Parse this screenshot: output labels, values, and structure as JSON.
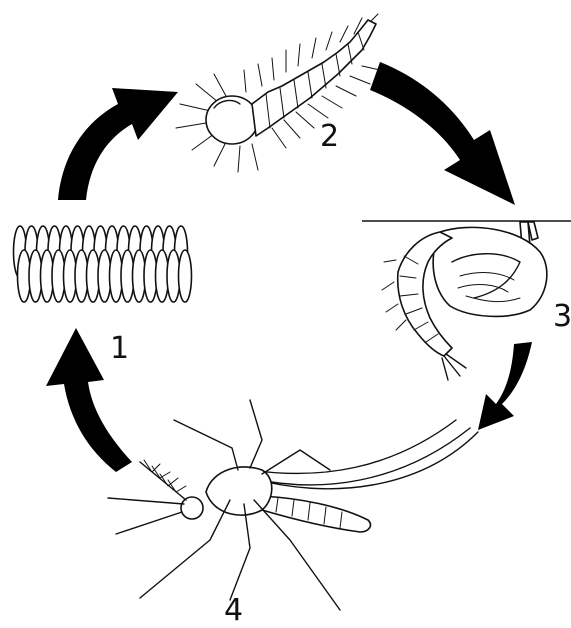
{
  "diagram": {
    "stages": [
      {
        "id": "egg-raft",
        "label": "1"
      },
      {
        "id": "larva",
        "label": "2"
      },
      {
        "id": "pupa",
        "label": "3"
      },
      {
        "id": "adult-mosquito",
        "label": "4"
      }
    ],
    "arrow_color": "#000000",
    "line_color": "#111111"
  }
}
